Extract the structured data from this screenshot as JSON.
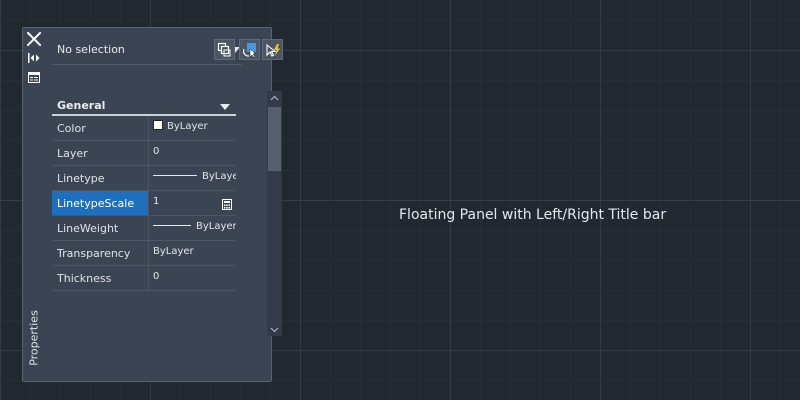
{
  "canvas": {
    "label": "Floating Panel with Left/Right Title bar"
  },
  "panel": {
    "title": "Properties",
    "title_buttons": {
      "close_icon": "close-x-icon",
      "autohide_icon": "autohide-arrows-icon",
      "properties_icon": "properties-menu-icon"
    },
    "selection": {
      "value": "No selection"
    },
    "toolbar": [
      {
        "name": "toggle-pickadd-button",
        "icon": "pickadd-icon"
      },
      {
        "name": "select-objects-button",
        "icon": "select-objects-icon"
      },
      {
        "name": "quick-select-button",
        "icon": "quick-select-icon"
      }
    ],
    "section": {
      "title": "General"
    },
    "properties": [
      {
        "name": "Color",
        "value": "ByLayer",
        "swatch": "#ffffff"
      },
      {
        "name": "Layer",
        "value": "0"
      },
      {
        "name": "Linetype",
        "value": "ByLaye"
      },
      {
        "name": "LinetypeScale",
        "value": "1",
        "selected": true
      },
      {
        "name": "LineWeight",
        "value": "ByLayer"
      },
      {
        "name": "Transparency",
        "value": "ByLayer"
      },
      {
        "name": "Thickness",
        "value": "0"
      }
    ]
  },
  "colors": {
    "canvas_bg": "#212830",
    "panel_bg": "#3b4453",
    "selection_highlight": "#1e6fbd",
    "text": "#e3e6ea"
  }
}
